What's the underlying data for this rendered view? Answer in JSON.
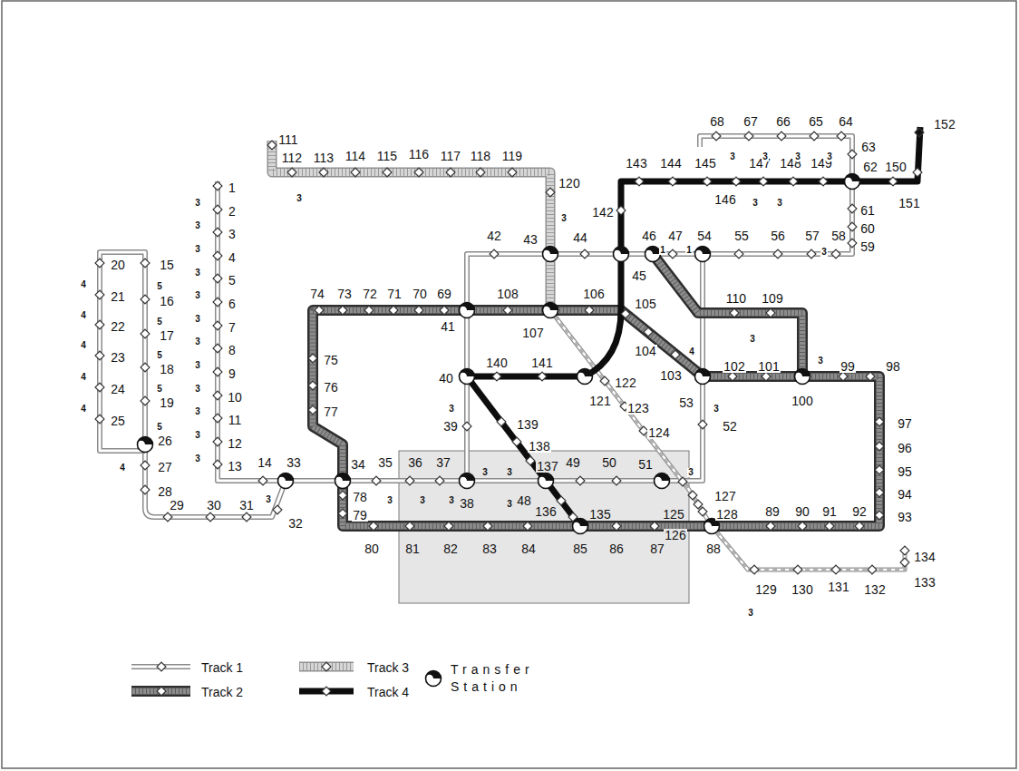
{
  "diagram": {
    "labels": [
      "1",
      "2",
      "3",
      "4",
      "5",
      "6",
      "7",
      "8",
      "9",
      "10",
      "11",
      "12",
      "13",
      "14",
      "15",
      "16",
      "17",
      "18",
      "19",
      "20",
      "21",
      "22",
      "23",
      "24",
      "25",
      "26",
      "27",
      "28",
      "29",
      "30",
      "31",
      "32",
      "33",
      "34",
      "35",
      "36",
      "37",
      "38",
      "39",
      "40",
      "41",
      "42",
      "43",
      "44",
      "45",
      "46",
      "47",
      "48",
      "49",
      "50",
      "51",
      "52",
      "53",
      "54",
      "55",
      "56",
      "57",
      "58",
      "59",
      "60",
      "61",
      "62",
      "63",
      "64",
      "65",
      "66",
      "67",
      "68",
      "69",
      "70",
      "71",
      "72",
      "73",
      "74",
      "75",
      "76",
      "77",
      "78",
      "79",
      "80",
      "81",
      "82",
      "83",
      "84",
      "85",
      "86",
      "87",
      "88",
      "89",
      "90",
      "91",
      "92",
      "93",
      "94",
      "95",
      "96",
      "97",
      "98",
      "99",
      "100",
      "101",
      "102",
      "103",
      "104",
      "105",
      "106",
      "107",
      "108",
      "109",
      "110",
      "111",
      "112",
      "113",
      "114",
      "115",
      "116",
      "117",
      "118",
      "119",
      "120",
      "121",
      "122",
      "123",
      "124",
      "125",
      "126",
      "127",
      "128",
      "129",
      "130",
      "131",
      "132",
      "133",
      "134",
      "135",
      "136",
      "137",
      "138",
      "139",
      "140",
      "141",
      "142",
      "143",
      "144",
      "145",
      "146",
      "147",
      "148",
      "149",
      "150",
      "151",
      "152",
      "3",
      "3",
      "3",
      "3",
      "3",
      "3",
      "3",
      "3",
      "3",
      "3",
      "3",
      "3",
      "5",
      "5",
      "5",
      "5",
      "5",
      "4",
      "4",
      "4",
      "4",
      "4",
      "4",
      "3",
      "3",
      "3",
      "3",
      "3",
      "3",
      "3",
      "3",
      "3",
      "3",
      "4",
      "3",
      "3",
      "3",
      "1",
      "1",
      "3",
      "3",
      "3",
      "3",
      "3",
      "3",
      "3",
      "3",
      "3"
    ],
    "legend": [
      {
        "text": "Track 1"
      },
      {
        "text": "Track 2"
      },
      {
        "text": "Track 3"
      },
      {
        "text": "Track 4"
      },
      {
        "text": "Transfer Station"
      }
    ]
  }
}
